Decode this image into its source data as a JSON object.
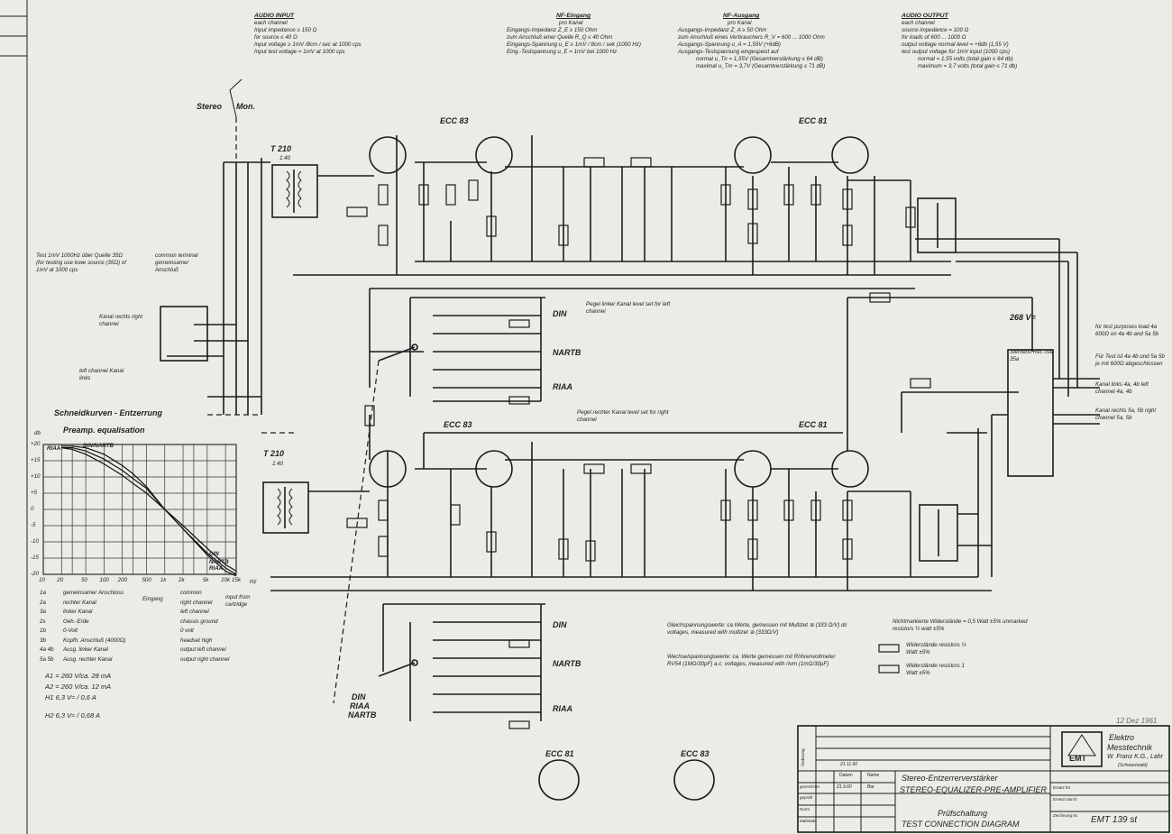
{
  "header_blocks": [
    {
      "id": "audio-input",
      "title": "AUDIO INPUT",
      "lines": [
        "each channel",
        "Input impedance ≥ 150 Ω",
        "for source ≤ 40 Ω",
        "Input voltage ≥ 1mV /8cm / sec at 1000 cps",
        "Input test voltage = 1mV at 1000 cps"
      ]
    },
    {
      "id": "nf-eingang",
      "title": "NF-Eingang",
      "lines": [
        "pro Kanal",
        "Eingangs-Impedanz Z_E ≥ 150 Ohm",
        "zum Anschluß einer Quelle R_Q ≤ 40 Ohm",
        "Eingangs-Spannung u_E ≥ 1mV / 8cm / sek (1000 Hz)",
        "Eing.-Testspannung u_E = 1mV bei 1000 Hz"
      ]
    },
    {
      "id": "nf-ausgang",
      "title": "NF-Ausgang",
      "lines": [
        "pro Kanal",
        "Ausgangs-Impedanz Z_A ≥ 50 Ohm",
        "zum Anschluß eines Verbrauchers R_V = 600 ... 1000 Ohm",
        "Ausgangs-Spannung u_A = 1,55V (+6dB)",
        "Ausgangs-Testspannung eingespeist auf",
        "normal u_Tn = 1,55V (Gesamtverstärkung ≤ 64 dB)",
        "maximal u_Tm = 3,7V (Gesamtverstärkung ≤ 71 dB)"
      ]
    },
    {
      "id": "audio-output",
      "title": "AUDIO OUTPUT",
      "lines": [
        "each channel",
        "source impedance = 100 Ω",
        "for loads of 600 ... 1000 Ω",
        "output voltage normal level = +6db (1,55 V)",
        "test output voltage for 1mV input (1000 cps)",
        "normal = 1,55 volts (total gain ≤ 64 db)",
        "maximum = 3,7 volts (total gain ≤ 71 db)"
      ]
    }
  ],
  "top_labels": {
    "stereo": "Stereo",
    "mon": "Mon."
  },
  "tubes": {
    "top_1": "ECC 83",
    "top_2": "ECC 81",
    "bottom_1": "ECC 83",
    "bottom_2": "ECC 81",
    "pin_1": "ECC 81",
    "pin_2": "ECC 83"
  },
  "transformers": {
    "top": "T 210",
    "top_ratio": "1:40",
    "bottom": "T 210",
    "bottom_ratio": "1:40"
  },
  "eq_labels": {
    "din_1": "DIN",
    "nartb_1": "NARTB",
    "riaa_1": "RIAA",
    "din_2": "DIN",
    "nartb_2": "NARTB",
    "riaa_2": "RIAA",
    "selector_din": "DIN",
    "selector_riaa": "RIAA",
    "selector_nartb": "NARTB"
  },
  "notes": {
    "test_source": "Test 1mV 1000Hz über Quelle 35Ω (for testing use lowe source (35Ω) of 1mV at 1000 cps",
    "common_terminal": "common terminal gemeinsamer Anschluß",
    "right_channel": "Kanal rechts right channel",
    "left_channel": "left channel Kanal links",
    "pegel_left": "Pegel linker Kanal level set for left channel",
    "pegel_right": "Pegel rechter Kanal level set for right channel",
    "v268": "268 V=",
    "siemens": "Siemens Rel.-Ste 35a",
    "test_purposes": "for test purposes load 4a 600Ω on 4a 4b and 5a 5b",
    "fur_test": "Für Test ist 4a 4b und 5a 5b je mit 600Ω abgeschlossen",
    "kanal_links": "Kanal links 4a, 4b left channel 4a, 4b",
    "kanal_rechts": "Kanal rechts 5a, 5b right channel 5a, 5b"
  },
  "chart_data": {
    "type": "line",
    "title": "Schneidkurven - Entzerrung",
    "subtitle": "Preamp. equalisation",
    "ylabel": "db",
    "xlabel": "Hz",
    "x": [
      20,
      30,
      50,
      100,
      200,
      300,
      500,
      1000,
      2000,
      5000,
      10000,
      15000
    ],
    "xticks": [
      "10",
      "20",
      "50",
      "100",
      "200",
      "500",
      "1k",
      "2k",
      "5k",
      "10k",
      "15k"
    ],
    "ylim": [
      -20,
      20
    ],
    "yticks": [
      "+20",
      "+15",
      "+10",
      "+5",
      "0",
      "-5",
      "-10",
      "-15",
      "-20"
    ],
    "series": [
      {
        "name": "DIN",
        "values": [
          19,
          18.5,
          17,
          14,
          10.5,
          8,
          5,
          0,
          -5,
          -12,
          -17,
          -19
        ]
      },
      {
        "name": "NARTB",
        "values": [
          19,
          19,
          18,
          15.5,
          12,
          9.5,
          6.5,
          0,
          -6,
          -13.5,
          -18,
          -20
        ]
      },
      {
        "name": "RIAA",
        "values": [
          19.5,
          19.5,
          19,
          17,
          13.5,
          11,
          7,
          0,
          -6,
          -14,
          -19,
          -20.5
        ]
      }
    ],
    "top_legend": "DIN/NARTB",
    "left_legend": "RIAA",
    "grid": true
  },
  "terminal_legend": [
    {
      "code": "1a",
      "de": "gemeinsamer Anschluss",
      "en": "common"
    },
    {
      "code": "2a",
      "de": "rechter Kanal",
      "en": "right channel"
    },
    {
      "code": "3a",
      "de": "linker Kanal",
      "en": "left channel"
    },
    {
      "code": "2s",
      "de": "Geh.-Erde",
      "en": "chassis ground"
    },
    {
      "code": "1b",
      "de": "0-Volt",
      "en": "0 volt"
    },
    {
      "code": "3b",
      "de": "Kopfh. Anschluß (4000Ω)",
      "en": "headset high"
    },
    {
      "code": "4a 4b",
      "de": "Ausg. linker Kanal",
      "en": "output left channel"
    },
    {
      "code": "5a 5b",
      "de": "Ausg. rechter Kanal",
      "en": "output right channel"
    }
  ],
  "legend_group_de": "Eingang",
  "legend_group_en": "input from cartridge",
  "supply_lines": [
    "A1 = 260 V/ca. 28 mA",
    "A2 = 260 V/ca. 12 mA",
    "H1 6,3 V≈ / 0,6 A",
    "H2 6,3 V≈ / 0,68 A"
  ],
  "measurement_notes": {
    "dc": "Gleichspannungswerte: ca Werte, gemessen mit Multizet ≅ (333 Ω/V) dc voltages, measured with multizet ≅ (333Ω/V)",
    "ac": "Wechselspannungswerte: ca. Werte gemessen mit Röhrenvoltmeter RV54 (1MΩ/30pF) a.c. voltages, measured with rtvm (1mΩ/30pF)",
    "resistors": "Nichtmarkierte Widerstände = 0,5 Watt ±5% unmarked resistors ½ watt ±5%",
    "r_half": "Widerstände resistors ½ Watt ±5%",
    "r_one": "Widerstände resistors 1 Watt ±5%"
  },
  "title_block": {
    "company_1": "Elektro",
    "company_2": "Messtechnik",
    "company_3": "W. Franz K.G., Lahr",
    "company_4": "(Schwarzwald)",
    "logo": "EMT",
    "title_de": "Stereo-Entzerrerverstärker",
    "title_en": "STEREO-EQUALIZER-PRE-AMPLIFIER",
    "sub_de": "Prüfschaltung",
    "sub_en": "TEST CONNECTION DIAGRAM",
    "model": "EMT 139 st",
    "stamp": "12 Dez 1961",
    "date_rev": "21.11.60",
    "hdr_datum": "Datum",
    "hdr_name": "Name",
    "row_gezeichnet": "gezeichnet",
    "row_gepruft": "geprüft",
    "row_norm": "Norm",
    "row_massstab": "Maßstab",
    "date_drawn": "21.9.60",
    "name_drawn": "Bar",
    "col_anderung": "Änderung",
    "ersatz_fur": "Ersatz für",
    "ersetzt_durch": "Ersetzt durch",
    "zeichnungs_nr": "Zeichnung Nr."
  }
}
